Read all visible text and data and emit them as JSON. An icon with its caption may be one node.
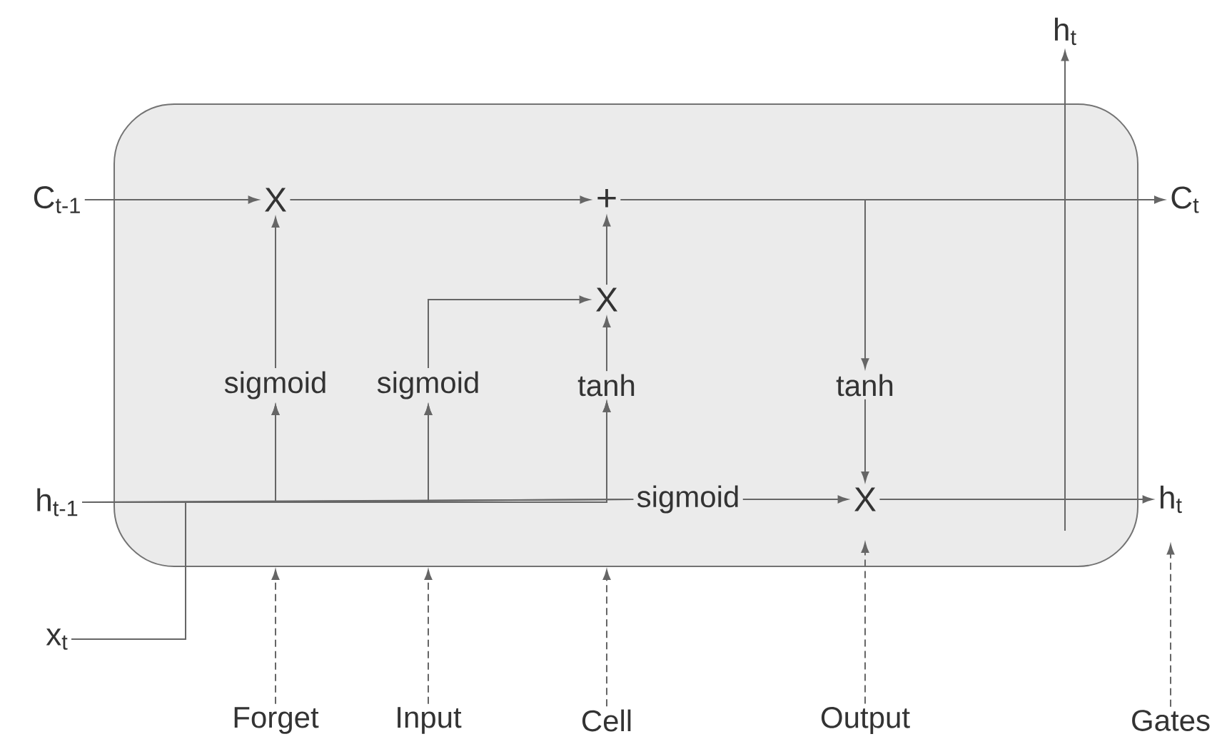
{
  "diagram": {
    "nodes": [
      {
        "text": [],
        "shape": "box"
      },
      {
        "text": [
          "C$_{t-1}$"
        ]
      },
      {
        "text": [
          "X"
        ],
        "in": 0
      },
      {
        "text": [
          "+"
        ],
        "in": 0
      },
      {
        "text": [
          "C$_{t}$"
        ]
      },
      {
        "text": [
          "X"
        ],
        "in": 0
      },
      {
        "text": [
          "sigmoid"
        ],
        "in": 0
      },
      {
        "text": [
          "sigmoid"
        ],
        "in": 0
      },
      {
        "text": [
          "tanh"
        ],
        "in": 0
      },
      {
        "text": [
          "tanh"
        ],
        "in": 0
      },
      {
        "text": [
          "h$_{t-1}$"
        ]
      },
      {
        "text": [
          "x$_{t}$"
        ]
      },
      {
        "text": [
          "sigmoid"
        ],
        "in": 0
      },
      {
        "text": [
          "X"
        ],
        "in": 0
      },
      {
        "text": [
          "h$_{t}$"
        ]
      },
      {
        "text": [
          "h$_{t}$"
        ]
      },
      {
        "text": [
          "Forget"
        ]
      },
      {
        "text": [
          "Input"
        ]
      },
      {
        "text": [
          "Cell"
        ]
      },
      {
        "text": [
          "Output"
        ]
      },
      {
        "text": [
          "Gates"
        ]
      }
    ],
    "edges": [
      {
        "from": 1,
        "to": 2,
        "arrow": "to"
      },
      {
        "from": 2,
        "to": 3,
        "arrow": "to"
      },
      {
        "from": 3,
        "to": 4,
        "arrow": "to"
      },
      {
        "from": 3,
        "to": 9,
        "arrow": "to"
      },
      {
        "from": 5,
        "to": 3,
        "arrow": "to"
      },
      {
        "from": 6,
        "to": 2,
        "arrow": "to"
      },
      {
        "from": 7,
        "to": 5,
        "arrow": "to"
      },
      {
        "from": 8,
        "to": 5,
        "arrow": "to"
      },
      {
        "from": 9,
        "to": 13,
        "arrow": "to"
      },
      {
        "from": 10,
        "to": 6,
        "arrow": "to"
      },
      {
        "from": 10,
        "to": 7,
        "arrow": "to"
      },
      {
        "from": 10,
        "to": 8,
        "arrow": "to"
      },
      {
        "from": 10,
        "to": 12,
        "arrow": "none"
      },
      {
        "from": 11,
        "to": 6,
        "arrow": "to"
      },
      {
        "from": 11,
        "to": 7,
        "arrow": "to"
      },
      {
        "from": 11,
        "to": 8,
        "arrow": "to"
      },
      {
        "from": 11,
        "to": 12,
        "arrow": "none"
      },
      {
        "from": 12,
        "to": 13,
        "arrow": "to"
      },
      {
        "from": 13,
        "to": 14,
        "arrow": "to"
      },
      {
        "from": null,
        "to": 15,
        "arrow": "to"
      },
      {
        "from": 16,
        "to": 0,
        "arrow": "to",
        "style": "dashed"
      },
      {
        "from": 17,
        "to": 0,
        "arrow": "to",
        "style": "dashed"
      },
      {
        "from": 18,
        "to": 0,
        "arrow": "to",
        "style": "dashed"
      },
      {
        "from": 19,
        "to": 13,
        "arrow": "to",
        "style": "dashed"
      },
      {
        "from": 20,
        "to": 14,
        "arrow": "to",
        "style": "dashed"
      }
    ]
  }
}
